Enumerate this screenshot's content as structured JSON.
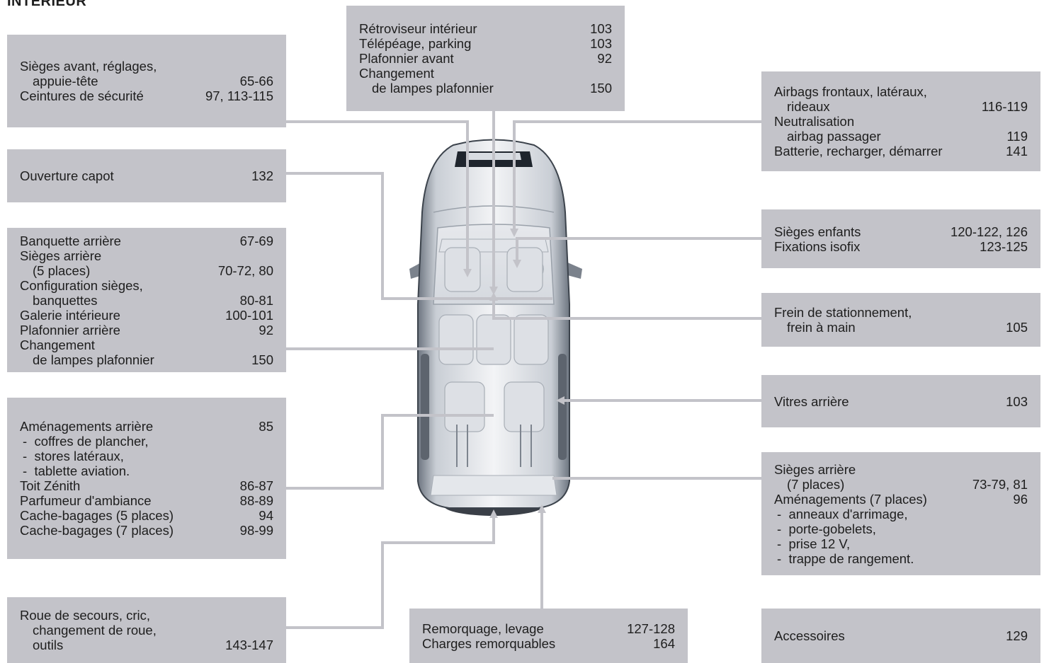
{
  "page": {
    "title": "INTÉRIEUR"
  },
  "boxes": {
    "front_seats": [
      {
        "label": "Sièges avant, réglages,",
        "page": ""
      },
      {
        "label": "appuie-tête",
        "page": "65-66",
        "indent": "sub"
      },
      {
        "label": "Ceintures de sécurité",
        "page": "97, 113-115"
      }
    ],
    "mirror": [
      {
        "label": "Rétroviseur intérieur",
        "page": "103"
      },
      {
        "label": "Télépéage, parking",
        "page": "103"
      },
      {
        "label": "Plafonnier avant",
        "page": "92"
      },
      {
        "label": "Changement",
        "page": ""
      },
      {
        "label": "de lampes plafonnier",
        "page": "150",
        "indent": "sub"
      }
    ],
    "airbags": [
      {
        "label": "Airbags frontaux, latéraux,",
        "page": ""
      },
      {
        "label": "rideaux",
        "page": "116-119",
        "indent": "sub"
      },
      {
        "label": "Neutralisation",
        "page": ""
      },
      {
        "label": "airbag passager",
        "page": "119",
        "indent": "sub"
      },
      {
        "label": "Batterie, recharger, démarrer",
        "page": "141"
      }
    ],
    "bonnet": [
      {
        "label": "Ouverture capot",
        "page": "132"
      }
    ],
    "child_seats": [
      {
        "label": "Sièges enfants",
        "page": "120-122, 126"
      },
      {
        "label": "Fixations isofix",
        "page": "123-125"
      }
    ],
    "rear_bench": [
      {
        "label": "Banquette arrière",
        "page": "67-69"
      },
      {
        "label": "Sièges arrière",
        "page": ""
      },
      {
        "label": "(5 places)",
        "page": "70-72, 80",
        "indent": "sub"
      },
      {
        "label": "Configuration sièges,",
        "page": ""
      },
      {
        "label": "banquettes",
        "page": "80-81",
        "indent": "sub"
      },
      {
        "label": "Galerie intérieure",
        "page": "100-101"
      },
      {
        "label": "Plafonnier arrière",
        "page": "92"
      },
      {
        "label": "Changement",
        "page": ""
      },
      {
        "label": "de lampes plafonnier",
        "page": "150",
        "indent": "sub"
      }
    ],
    "handbrake": [
      {
        "label": "Frein de stationnement,",
        "page": ""
      },
      {
        "label": "frein à main",
        "page": "105",
        "indent": "sub"
      }
    ],
    "rear_windows": [
      {
        "label": "Vitres arrière",
        "page": "103"
      }
    ],
    "rear_fittings": [
      {
        "label": "Aménagements arrière",
        "page": "85"
      },
      {
        "label": "-  coffres de plancher,",
        "page": "",
        "indent": "dash"
      },
      {
        "label": "-  stores latéraux,",
        "page": "",
        "indent": "dash"
      },
      {
        "label": "-  tablette aviation.",
        "page": "",
        "indent": "dash"
      },
      {
        "label": "Toit Zénith",
        "page": "86-87"
      },
      {
        "label": "Parfumeur d'ambiance",
        "page": "88-89"
      },
      {
        "label": "Cache-bagages (5 places)",
        "page": "94"
      },
      {
        "label": "Cache-bagages (7 places)",
        "page": "98-99"
      }
    ],
    "rear_seats_7": [
      {
        "label": "Sièges arrière",
        "page": ""
      },
      {
        "label": "(7 places)",
        "page": "73-79, 81",
        "indent": "sub"
      },
      {
        "label": "Aménagements (7 places)",
        "page": "96"
      },
      {
        "label": "-  anneaux d'arrimage,",
        "page": "",
        "indent": "dash"
      },
      {
        "label": "-  porte-gobelets,",
        "page": "",
        "indent": "dash"
      },
      {
        "label": "-  prise 12 V,",
        "page": "",
        "indent": "dash"
      },
      {
        "label": "-  trappe de rangement.",
        "page": "",
        "indent": "dash"
      }
    ],
    "spare_wheel": [
      {
        "label": "Roue de secours, cric,",
        "page": ""
      },
      {
        "label": "changement de roue,",
        "page": "",
        "indent": "sub"
      },
      {
        "label": "outils",
        "page": "143-147",
        "indent": "sub"
      }
    ],
    "towing": [
      {
        "label": "Remorquage, levage",
        "page": "127-128"
      },
      {
        "label": "Charges remorquables",
        "page": "164"
      }
    ],
    "accessories": [
      {
        "label": "Accessoires",
        "page": "129"
      }
    ]
  }
}
